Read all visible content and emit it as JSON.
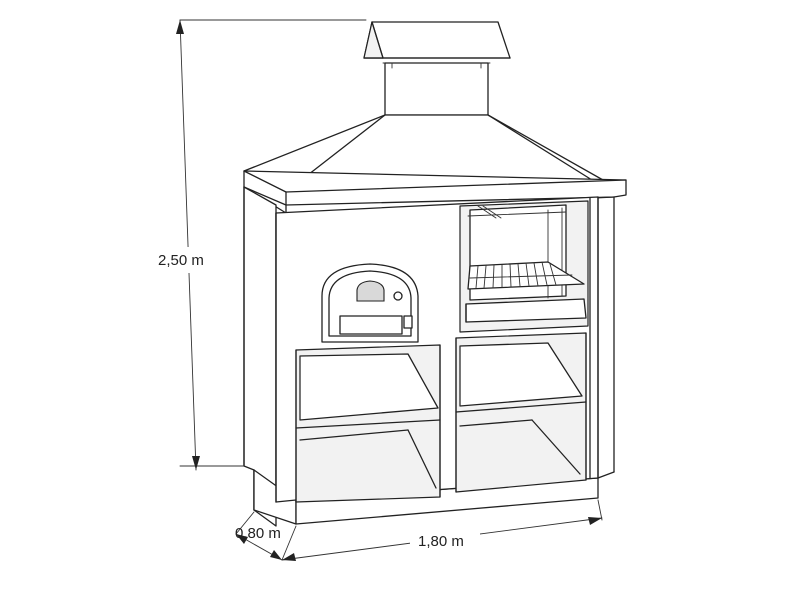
{
  "dimensions": {
    "height": "2,50 m",
    "depth": "0,80 m",
    "width": "1,80 m"
  }
}
